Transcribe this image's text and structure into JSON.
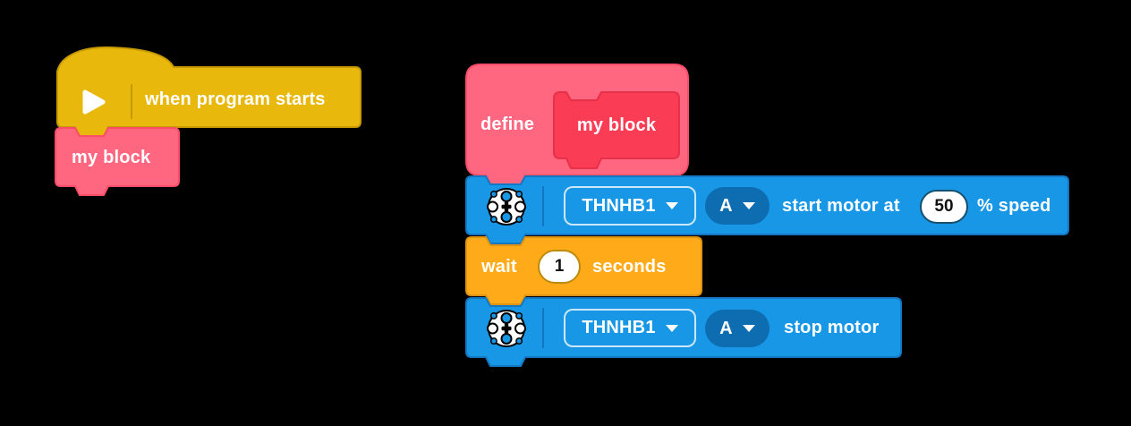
{
  "stage": {
    "background": "#000000"
  },
  "colors": {
    "events_yellow": "#E9B80D",
    "events_yellow_border": "#C79A04",
    "my_blocks_pink": "#FF6680",
    "my_blocks_pink_border": "#FB4D68",
    "my_blocks_red": "#FA3C55",
    "my_blocks_red_border": "#E73049",
    "motor_blue": "#1797E5",
    "motor_blue_border": "#1377C2",
    "motor_blue_dark": "#0E6CB0",
    "control_orange": "#FFAB19",
    "control_orange_border": "#DE9412",
    "text_white": "#FFFFFF",
    "input_text": "#111111"
  },
  "left_stack": {
    "when_program_starts_block": {
      "icon": "play-icon",
      "label": "when program starts"
    },
    "my_block_call": {
      "label": "my block"
    }
  },
  "right_stack": {
    "define_block": {
      "keyword": "define",
      "prototype": {
        "label": "my block"
      }
    },
    "start_motor_block": {
      "icon": "motor-icon",
      "hub_dropdown": {
        "value": "THNHB1"
      },
      "port_dropdown": {
        "value": "A"
      },
      "label_start": "start motor at",
      "speed_input": {
        "value": "50"
      },
      "label_end": "% speed"
    },
    "wait_block": {
      "label_start": "wait",
      "duration_input": {
        "value": "1"
      },
      "label_end": "seconds"
    },
    "stop_motor_block": {
      "icon": "motor-icon",
      "hub_dropdown": {
        "value": "THNHB1"
      },
      "port_dropdown": {
        "value": "A"
      },
      "label": "stop motor"
    }
  }
}
